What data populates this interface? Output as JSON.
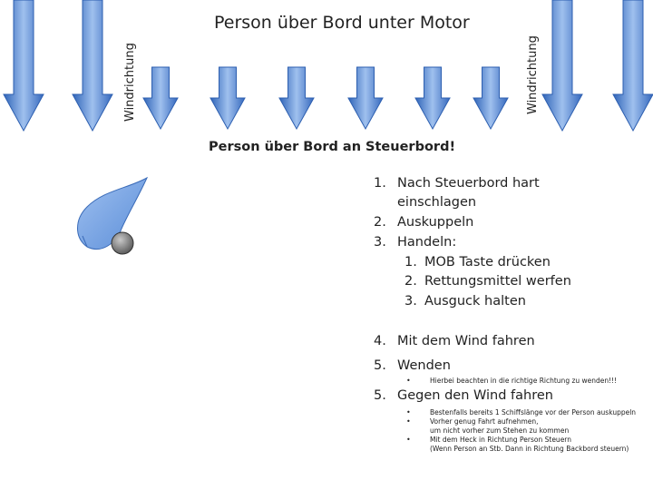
{
  "title": "Person über Bord unter Motor",
  "wind_label_left": "Windrichtung",
  "wind_label_right": "Windrichtung",
  "subtitle": "Person über Bord an Steuerbord!",
  "steps": [
    {
      "num": "1.",
      "line1": "Nach Steuerbord hart",
      "line2": "einschlagen"
    },
    {
      "num": "2.",
      "text": "Auskuppeln"
    },
    {
      "num": "3.",
      "text": "Handeln:"
    }
  ],
  "substeps": [
    {
      "num": "1.",
      "text": "MOB Taste drücken"
    },
    {
      "num": "2.",
      "text": "Rettungsmittel werfen"
    },
    {
      "num": "3.",
      "text": "Ausguck halten"
    }
  ],
  "step4": {
    "num": "4.",
    "text": "Mit dem Wind fahren"
  },
  "step5": {
    "num": "5.",
    "text": "Wenden"
  },
  "step5_note": "Hierbei beachten in die richtige Richtung zu wenden!!!",
  "step6": {
    "num": "5.",
    "text": "Gegen den Wind fahren"
  },
  "step6_notes": [
    "Bestenfalls bereits 1 Schiffslänge vor der Person auskuppeln",
    "Vorher genug Fahrt aufnehmen,",
    "um nicht vorher zum Stehen zu kommen",
    "Mit dem Heck in Richtung Person Steuern",
    "(Wenn Person an Stb. Dann in Richtung Backbord steuern)"
  ],
  "colors": {
    "arrow_top": "#a9c7ef",
    "arrow_bottom": "#3a72c8",
    "boat": "#7ea7e6",
    "person": "#7a7a7a"
  },
  "icons": [
    "wind-arrow-icon",
    "boat-icon",
    "person-in-water-icon"
  ]
}
